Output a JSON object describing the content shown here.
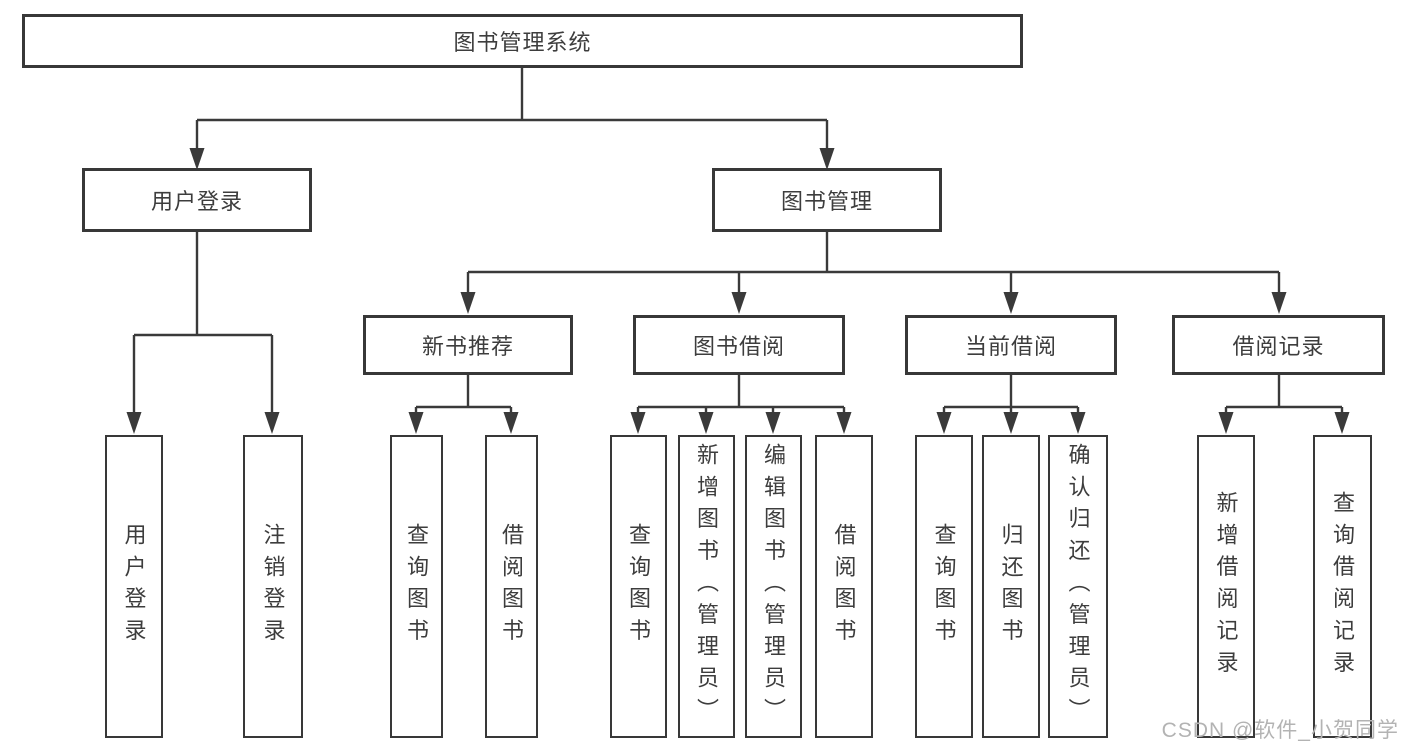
{
  "diagram": {
    "root": "图书管理系统",
    "branches": [
      {
        "label": "用户登录",
        "children": [
          "用户登录",
          "注销登录"
        ]
      },
      {
        "label": "图书管理",
        "subbranches": [
          {
            "label": "新书推荐",
            "children": [
              "查询图书",
              "借阅图书"
            ]
          },
          {
            "label": "图书借阅",
            "children": [
              "查询图书",
              "新增图书（管理员）",
              "编辑图书（管理员）",
              "借阅图书"
            ]
          },
          {
            "label": "当前借阅",
            "children": [
              "查询图书",
              "归还图书",
              "确认归还（管理员）"
            ]
          },
          {
            "label": "借阅记录",
            "children": [
              "新增借阅记录",
              "查询借阅记录"
            ]
          }
        ]
      }
    ]
  },
  "watermark": "CSDN @软件_小贺同学",
  "colors": {
    "line": "#3a3a3a",
    "border": "#383838",
    "text": "#3d3d3d",
    "watermark": "#b3b3b3",
    "background": "#ffffff"
  }
}
